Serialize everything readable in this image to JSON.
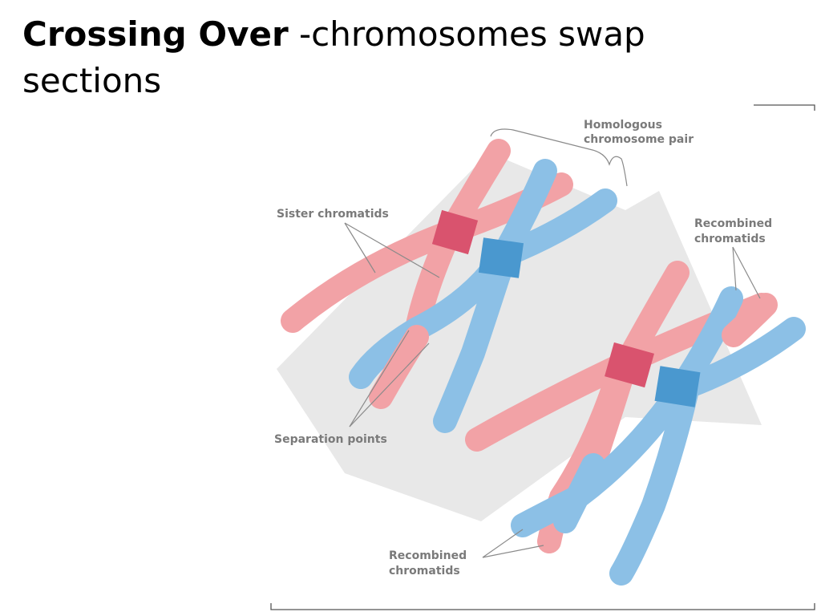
{
  "slide": {
    "title_bold": "Crossing Over",
    "title_rest": " -chromosomes swap sections"
  },
  "diagram": {
    "labels": {
      "homologous_line1": "Homologous",
      "homologous_line2": "chromosome pair",
      "sister": "Sister chromatids",
      "recombined_top_line1": "Recombined",
      "recombined_top_line2": "chromatids",
      "separation": "Separation points",
      "recombined_bottom_line1": "Recombined",
      "recombined_bottom_line2": "chromatids"
    },
    "colors": {
      "pink": "#f2a2a6",
      "pink_dark": "#d9536e",
      "blue": "#8cc0e6",
      "blue_dark": "#4a98cf",
      "arrow": "#e8e8e8"
    }
  }
}
